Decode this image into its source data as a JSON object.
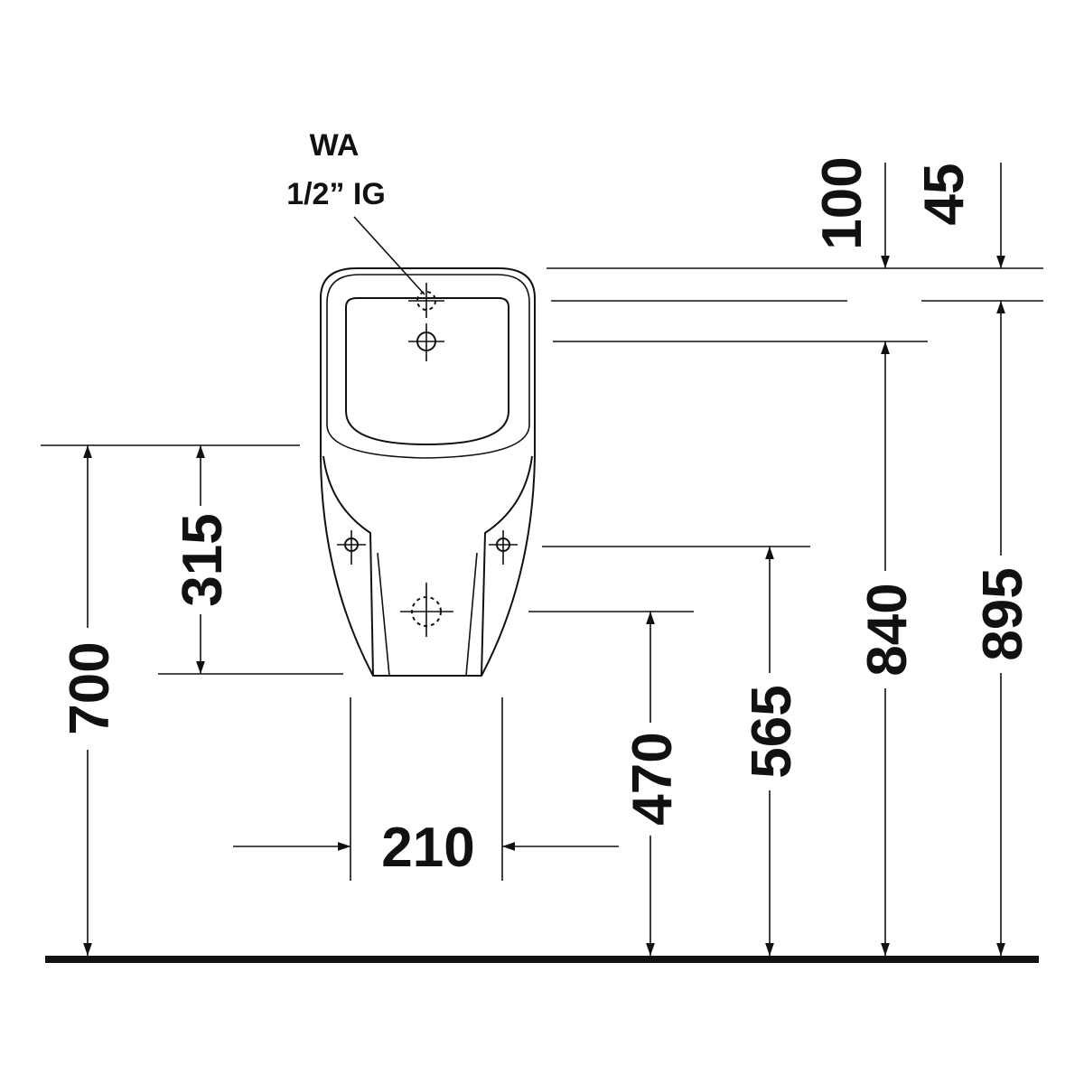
{
  "label": {
    "line1": "WA",
    "line2": "1/2” IG"
  },
  "dimensions": {
    "d700": "700",
    "d315": "315",
    "d210": "210",
    "d470": "470",
    "d565": "565",
    "d840": "840",
    "d895": "895",
    "d100": "100",
    "d45": "45"
  }
}
